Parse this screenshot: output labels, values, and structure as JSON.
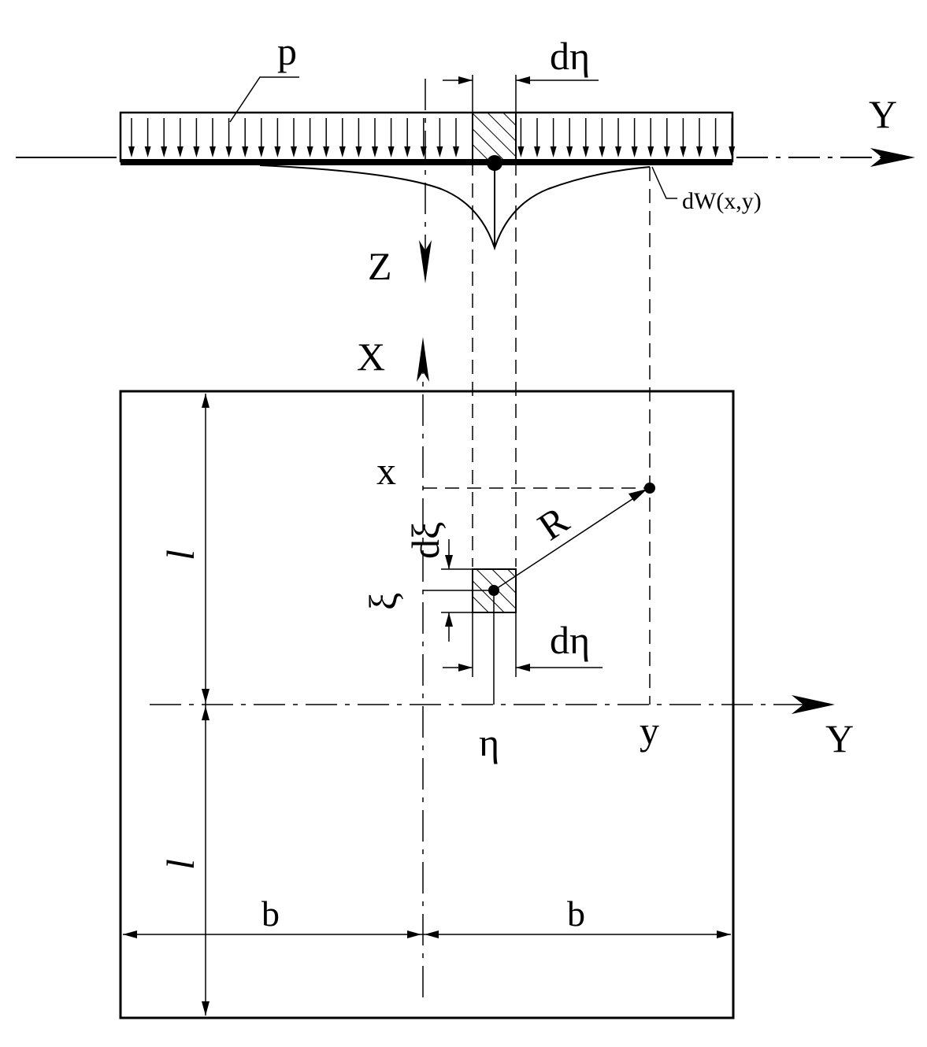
{
  "labels": {
    "load": "p",
    "d_eta_top": "dη",
    "axis_y_top": "Y",
    "deflection": "dW(x,y)",
    "axis_z": "Z",
    "axis_x": "X",
    "coord_x": "x",
    "radius": "R",
    "d_xi": "dξ",
    "coord_xi": "ξ",
    "d_eta_bottom": "dη",
    "coord_eta": "η",
    "coord_y": "y",
    "axis_y_bottom": "Y",
    "half_length_upper": "l",
    "half_length_lower": "l",
    "half_width_left": "b",
    "half_width_right": "b"
  },
  "colors": {
    "ink": "#000000",
    "background": "#ffffff"
  }
}
